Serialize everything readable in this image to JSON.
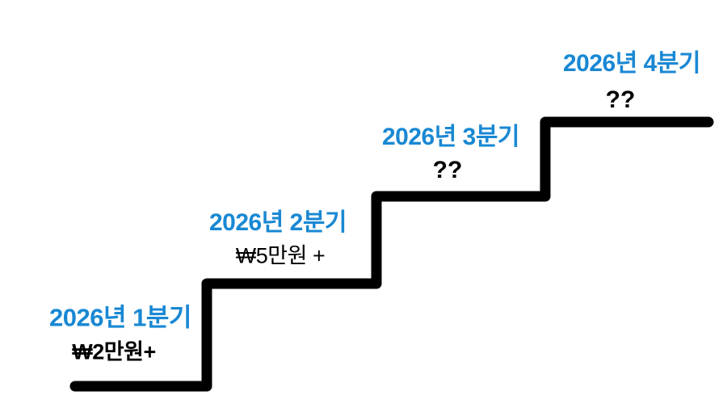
{
  "colors": {
    "background": "#FFFFFF",
    "accent_blue": "#1988D3",
    "line_black": "#000000"
  },
  "diagram": {
    "type": "staircase-roadmap",
    "steps": [
      {
        "quarter": "2026년 1분기",
        "value": "₩2만원+"
      },
      {
        "quarter": "2026년 2분기",
        "value": "₩5만원 +"
      },
      {
        "quarter": "2026년 3분기",
        "value": "??"
      },
      {
        "quarter": "2026년 4분기",
        "value": "??"
      }
    ]
  }
}
